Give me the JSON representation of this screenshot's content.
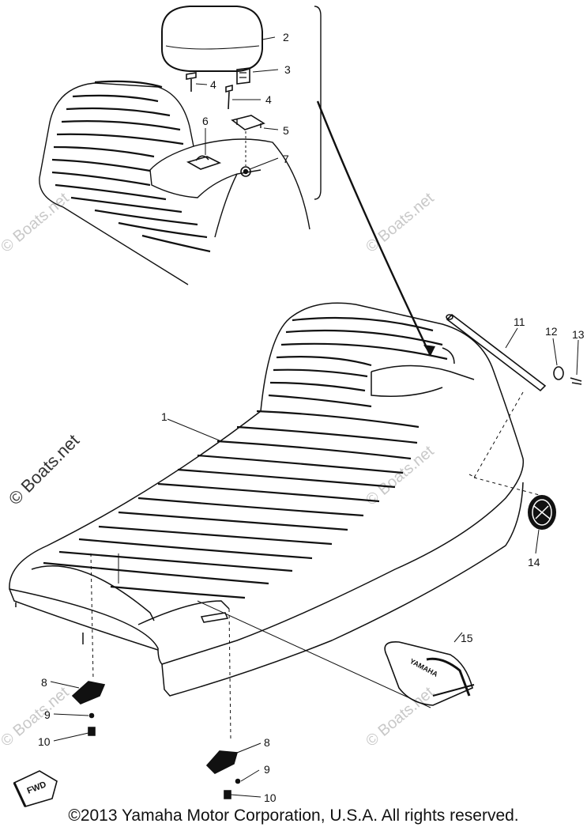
{
  "callouts": {
    "c1": "1",
    "c2": "2",
    "c3": "3",
    "c4a": "4",
    "c4b": "4",
    "c5": "5",
    "c6": "6",
    "c7": "7",
    "c8a": "8",
    "c8b": "8",
    "c9a": "9",
    "c9b": "9",
    "c10a": "10",
    "c10b": "10",
    "c11": "11",
    "c12": "12",
    "c13": "13",
    "c14": "14",
    "c15": "15"
  },
  "labels": {
    "fwd": "FWD",
    "emblem_text": "YAMAHA"
  },
  "watermark": {
    "text": "© Boats.net"
  },
  "footer": {
    "copyright": "©2013 Yamaha Motor Corporation, U.S.A. All rights reserved."
  }
}
